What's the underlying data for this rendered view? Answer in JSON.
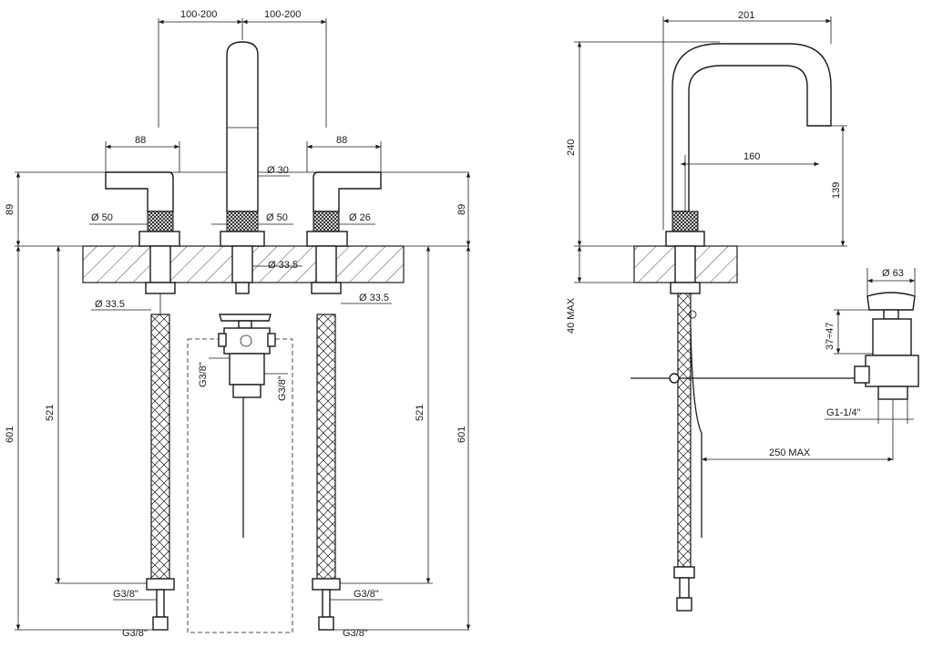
{
  "front_view": {
    "spread_left": "100-200",
    "spread_right": "100-200",
    "handle_width_left": "88",
    "handle_width_right": "88",
    "spout_diameter": "Ø 30",
    "handle_base_diameter_left": "Ø 50",
    "spout_base_diameter": "Ø 50",
    "handle_base_diameter_right": "Ø 26",
    "shank_diameter_center": "Ø 33.5",
    "shank_diameter_left": "Ø 33.5",
    "shank_diameter_right": "Ø 33.5",
    "height_above_deck_left": "89",
    "height_above_deck_right": "89",
    "total_below_left": "601",
    "total_below_right": "601",
    "hose_length_left": "521",
    "hose_length_right": "521",
    "drain_conn_left": "G3/8\"",
    "drain_conn_right": "G3/8\"",
    "hose_conn_left": "G3/8\"",
    "hose_conn_right": "G3/8\"",
    "supply_conn_left": "G3/8\"",
    "supply_conn_right": "G3/8\""
  },
  "side_view": {
    "spout_reach": "201",
    "spout_height": "240",
    "spout_projection": "160",
    "spout_clearance": "139",
    "deck_thickness": "40 MAX",
    "waste_cap_diameter": "Ø 63",
    "waste_range": "37÷47",
    "waste_thread": "G1-1/4\"",
    "rod_length": "250 MAX"
  }
}
